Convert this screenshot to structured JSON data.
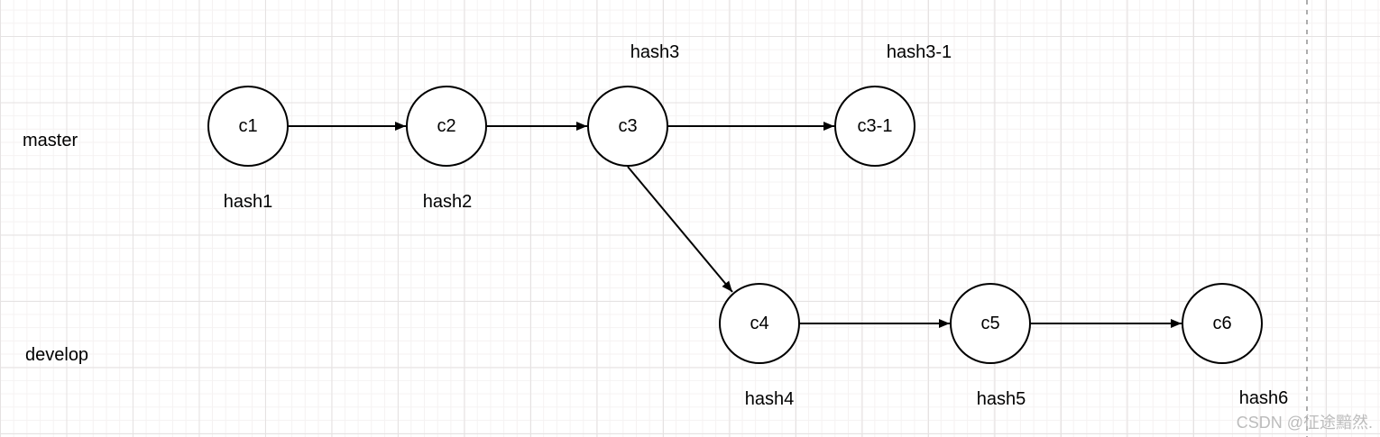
{
  "diagram": {
    "type": "git-branch-diagram",
    "branches": [
      {
        "id": "master",
        "label": "master"
      },
      {
        "id": "develop",
        "label": "develop"
      }
    ],
    "nodes": {
      "c1": {
        "label": "c1",
        "hash": "hash1",
        "branch": "master"
      },
      "c2": {
        "label": "c2",
        "hash": "hash2",
        "branch": "master"
      },
      "c3": {
        "label": "c3",
        "hash": "hash3",
        "branch": "master"
      },
      "c31": {
        "label": "c3-1",
        "hash": "hash3-1",
        "branch": "master"
      },
      "c4": {
        "label": "c4",
        "hash": "hash4",
        "branch": "develop"
      },
      "c5": {
        "label": "c5",
        "hash": "hash5",
        "branch": "develop"
      },
      "c6": {
        "label": "c6",
        "hash": "hash6",
        "branch": "develop"
      }
    },
    "edges": [
      {
        "from": "c1",
        "to": "c2"
      },
      {
        "from": "c2",
        "to": "c3"
      },
      {
        "from": "c3",
        "to": "c3-1"
      },
      {
        "from": "c3",
        "to": "c4"
      },
      {
        "from": "c4",
        "to": "c5"
      },
      {
        "from": "c5",
        "to": "c6"
      }
    ]
  },
  "watermark": {
    "text": "CSDN @征途黯然."
  },
  "colors": {
    "node_stroke": "#000000",
    "node_fill": "#ffffff",
    "edge": "#000000",
    "grid_minor": "#f5f2f2",
    "grid_major": "#e5e2e2",
    "dashed_guide": "#adadad",
    "watermark": "#bcbcbc"
  }
}
